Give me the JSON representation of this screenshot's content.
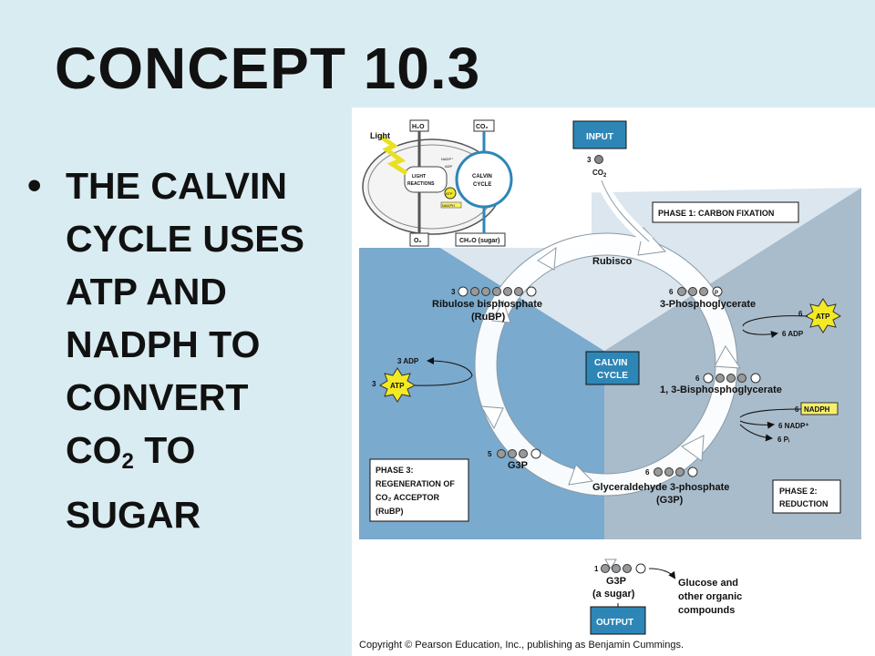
{
  "slide": {
    "title": "CONCEPT 10.3",
    "bullet": {
      "symbol": "•",
      "lines": [
        "THE CALVIN",
        "CYCLE USES",
        "ATP AND",
        "NADPH TO",
        "CONVERT"
      ],
      "co2_main": "CO",
      "co2_sub": "2",
      "co2_rest": " TO",
      "last_line": "SUGAR"
    }
  },
  "diagram": {
    "inset": {
      "light": "Light",
      "h2o": "H₂O",
      "co2": "CO₂",
      "o2": "O₂",
      "ch2o": "CH₂O (sugar)",
      "light_reactions_1": "LIGHT",
      "light_reactions_2": "REACTIONS",
      "calvin_1": "CALVIN",
      "calvin_2": "CYCLE",
      "nadp": "NADP⁺",
      "adp": "ADP",
      "atp": "ATP",
      "nadph": "NADPH"
    },
    "input": {
      "label": "INPUT",
      "count": "3",
      "molecule": "CO",
      "molecule_sub": "2"
    },
    "phase1": "PHASE 1: CARBON FIXATION",
    "phase2_l1": "PHASE 2:",
    "phase2_l2": "REDUCTION",
    "phase3_l1": "PHASE 3:",
    "phase3_l2": "REGENERATION OF",
    "phase3_l3": "CO₂ ACCEPTOR",
    "phase3_l4": "(RuBP)",
    "center_l1": "CALVIN",
    "center_l2": "CYCLE",
    "rubisco": "Rubisco",
    "pga_count": "6",
    "pga": "3-Phosphoglycerate",
    "atp_in_count": "6",
    "atp": "ATP",
    "adp_out": "6 ADP",
    "bpg_count": "6",
    "bpg": "1, 3-Bisphosphoglycerate",
    "nadph_count": "6",
    "nadph": "NADPH",
    "nadp_out": "6 NADP⁺",
    "pi_out": "6 Pᵢ",
    "g3p_count": "6",
    "g3p_full": "Glyceraldehyde 3-phosphate",
    "g3p_abbr": "(G3P)",
    "g3p5_count": "5",
    "g3p5": "G3P",
    "rubp_count": "3",
    "rubp_l1": "Ribulose bisphosphate",
    "rubp_l2": "(RuBP)",
    "adp3": "3 ADP",
    "atp3_count": "3",
    "output_count": "1",
    "output_g3p": "G3P",
    "output_sugar": "(a sugar)",
    "glucose_l1": "Glucose and",
    "glucose_l2": "other organic",
    "glucose_l3": "compounds",
    "output_label": "OUTPUT",
    "phosphate": "P"
  },
  "copyright": "Copyright © Pearson Education, Inc., publishing as Benjamin Cummings.",
  "colors": {
    "background": "#d9ecf1",
    "phase1": "#dbe6ee",
    "phase2": "#a9bccb",
    "phase3": "#7aaacd",
    "box_blue": "#2e86b7",
    "atp_yellow": "#f4ea24",
    "nadph_yellow": "#f6ef6e"
  }
}
